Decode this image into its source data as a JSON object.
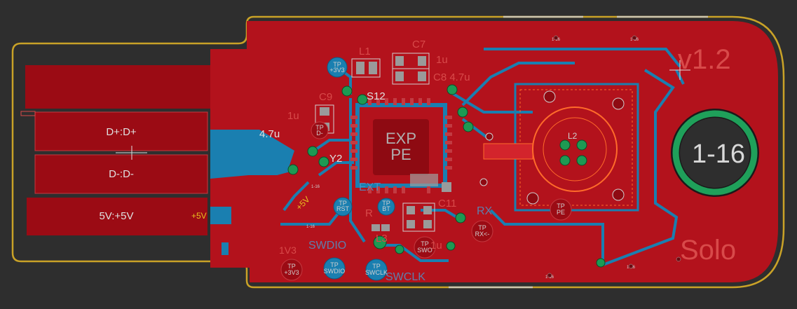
{
  "colors": {
    "background": "#2e2e2e",
    "outline": "#c9a227",
    "copper_top": "#b3121c",
    "copper_bottom": "#1a7fb0",
    "pad_dark": "#8e0a12",
    "silk": "#d6d6d6",
    "big_text": "#d84a4a",
    "via": "#2aa85a"
  },
  "edge_pads": [
    {
      "label": ""
    },
    {
      "label": "D+:D+"
    },
    {
      "label": "D-:D-"
    },
    {
      "label": "5V:+5V"
    }
  ],
  "net_labels": {
    "plus5v": "+5V",
    "plus5v_rot": "+5V",
    "d_net": "4.7u"
  },
  "board_text": {
    "version": "v1.2",
    "name": "Solo",
    "badge": "1-16"
  },
  "chip": {
    "label_line1": "EXP",
    "label_line2": "PE"
  },
  "refdes": {
    "c7": "C7",
    "c8": "C8 4.7u",
    "c9": "C9",
    "c10": "1u",
    "c_1u": "1u",
    "l1": "L1",
    "l2": "L2",
    "cap_small": "1u",
    "r1": "R",
    "s12": "S12",
    "c11": "C11",
    "l3": "L3",
    "y2": "Y2",
    "ext": "EXT",
    "tiny": "1-16"
  },
  "test_points": [
    {
      "id": "tp-3v3",
      "line1": "TP",
      "line2": "+3V3"
    },
    {
      "id": "tp-swdio",
      "line1": "TP",
      "line2": "SWDIO"
    },
    {
      "id": "tp-swclk",
      "line1": "TP",
      "line2": "SWCLK"
    },
    {
      "id": "tp-swo",
      "line1": "TP",
      "line2": "SWO"
    },
    {
      "id": "tp-rx",
      "line1": "TP",
      "line2": "RX<-"
    },
    {
      "id": "tp-pe",
      "line1": "TP",
      "line2": "PE"
    },
    {
      "id": "tp-top",
      "line1": "TP",
      "line2": "+3V3"
    },
    {
      "id": "tp-mid",
      "line1": "TP",
      "line2": "D-"
    },
    {
      "id": "tp-a",
      "line1": "TP",
      "line2": "BT"
    },
    {
      "id": "tp-b",
      "line1": "TP",
      "line2": "RST"
    }
  ],
  "ghost_text": {
    "swdio": "SWDIO",
    "swclk": "SWCLK",
    "rx": "RX",
    "tv3": "1V3"
  }
}
